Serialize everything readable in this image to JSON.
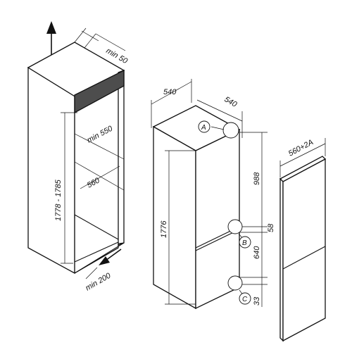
{
  "niche_dimensions": {
    "top_clearance": "min 50",
    "height_range": "1778 - 1785",
    "min_depth": "min 550",
    "width": "560",
    "vent_clearance": "min 200"
  },
  "appliance_dimensions": {
    "width": "540",
    "depth": "540",
    "height": "1776",
    "upper_section": "988",
    "gap": "58",
    "lower_section": "640",
    "bottom": "33"
  },
  "door_panel": {
    "width": "560+2A"
  },
  "callouts": [
    "A",
    "B",
    "C"
  ],
  "icons": {
    "up_arrow": "up-arrow-icon",
    "air_flow_arrow": "air-flow-arrow-icon"
  }
}
